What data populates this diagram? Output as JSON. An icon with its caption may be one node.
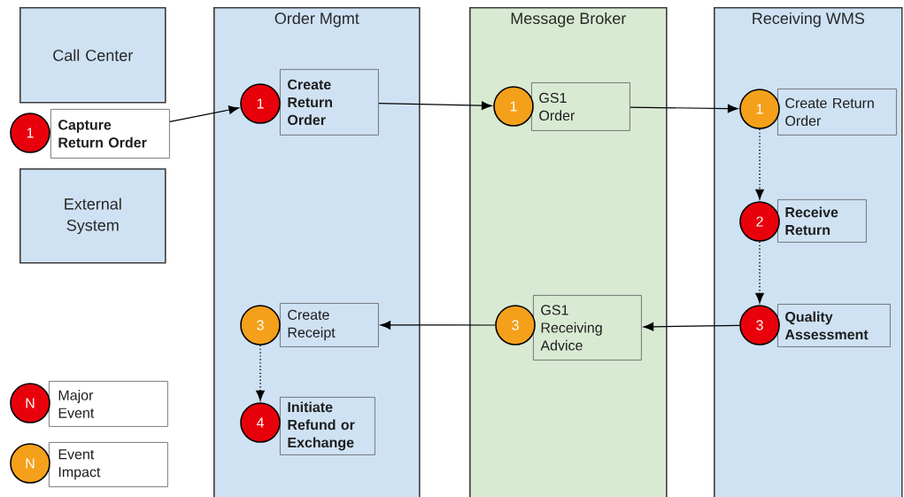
{
  "diagram": {
    "nodes": [
      {
        "text": [
          "Call Center"
        ]
      },
      {
        "text": [
          "External System"
        ]
      },
      {
        "text": [
          "Order Mgmt"
        ]
      },
      {
        "text": [
          "Message Broker"
        ]
      },
      {
        "text": [
          "Receiving WMS"
        ]
      },
      {
        "text": [
          "1"
        ]
      },
      {
        "text": [
          "Capture Return Order"
        ]
      },
      {
        "text": [
          "1"
        ],
        "in": 2
      },
      {
        "text": [
          "Create Return Order"
        ],
        "in": 2
      },
      {
        "text": [
          "1"
        ],
        "in": 3
      },
      {
        "text": [
          "GS1 Order"
        ],
        "in": 3
      },
      {
        "text": [
          "1"
        ],
        "in": 4
      },
      {
        "text": [
          "Create Return Order"
        ],
        "in": 4
      },
      {
        "text": [
          "2"
        ],
        "in": 4
      },
      {
        "text": [
          "Receive Return"
        ],
        "in": 4
      },
      {
        "text": [
          "3"
        ],
        "in": 4
      },
      {
        "text": [
          "Quality Assessment"
        ],
        "in": 4
      },
      {
        "text": [
          "3"
        ],
        "in": 3
      },
      {
        "text": [
          "GS1 Receiving Advice"
        ],
        "in": 3
      },
      {
        "text": [
          "3"
        ],
        "in": 2
      },
      {
        "text": [
          "Create Receipt"
        ],
        "in": 2
      },
      {
        "text": [
          "4"
        ],
        "in": 2
      },
      {
        "text": [
          "Initiate Refund or Exchange"
        ],
        "in": 2
      }
    ],
    "edges": [
      {
        "from": 6,
        "to": 7,
        "arrow": "to"
      },
      {
        "from": 8,
        "to": 9,
        "arrow": "to"
      },
      {
        "from": 10,
        "to": 11,
        "arrow": "to"
      },
      {
        "from": 11,
        "to": 13,
        "arrow": "to",
        "style": "dashed"
      },
      {
        "from": 13,
        "to": 15,
        "arrow": "to",
        "style": "dashed"
      },
      {
        "from": 15,
        "to": 18,
        "arrow": "to"
      },
      {
        "from": 17,
        "to": 20,
        "arrow": "to"
      },
      {
        "from": 19,
        "to": 21,
        "arrow": "to",
        "style": "dashed"
      }
    ],
    "labels": [
      "N",
      "N"
    ],
    "legend": [
      {
        "text": "Major Event",
        "color": "#e8000b"
      },
      {
        "text": "Event Impact",
        "color": "#f5a01a"
      }
    ]
  }
}
